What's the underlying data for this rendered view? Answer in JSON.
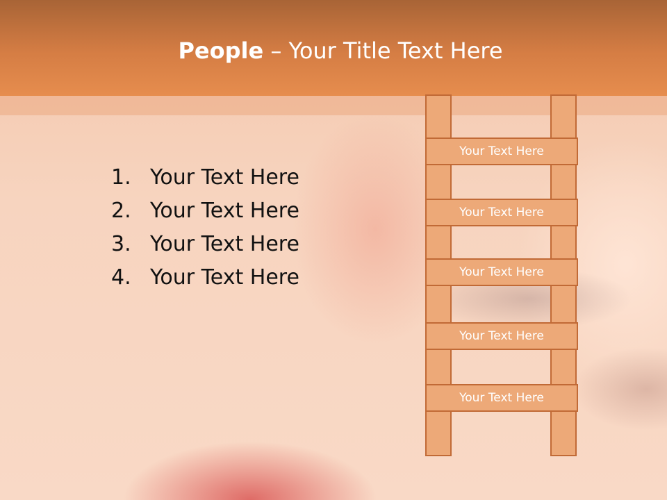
{
  "slide": {
    "title_bold": "People",
    "title_separator": " – ",
    "title_rest": "Your Title Text Here",
    "list_items": [
      {
        "number": "1.",
        "text": "Your Text Here"
      },
      {
        "number": "2.",
        "text": "Your Text Here"
      },
      {
        "number": "3.",
        "text": "Your Text Here"
      },
      {
        "number": "4.",
        "text": "Your Text Here"
      }
    ],
    "ladder_rungs": [
      "Your Text Here",
      "Your Text Here",
      "Your Text Here",
      "Your Text Here",
      "Your Text Here"
    ]
  },
  "colors": {
    "header": "#e68d4e",
    "ladder_fill": "#eda978",
    "ladder_border": "#c16a36"
  }
}
